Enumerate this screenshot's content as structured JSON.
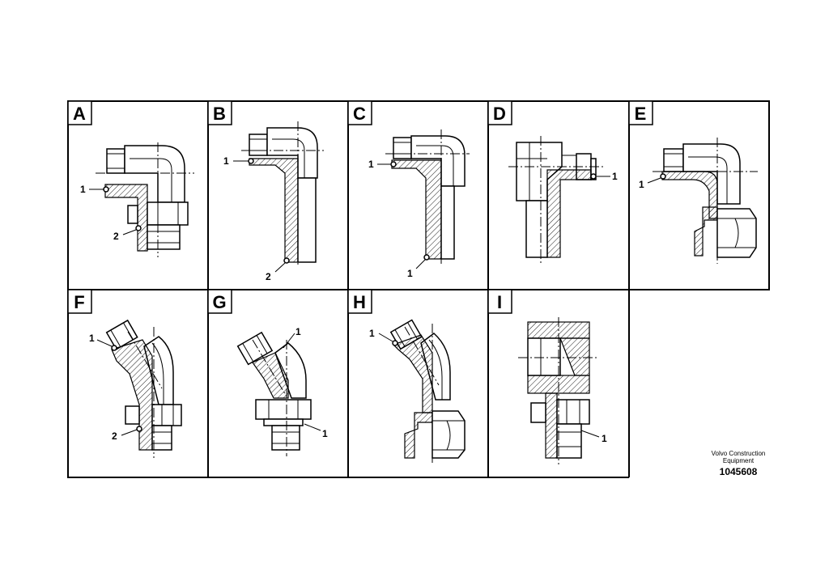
{
  "panels": [
    {
      "letter": "A",
      "callouts": [
        "1",
        "2"
      ]
    },
    {
      "letter": "B",
      "callouts": [
        "1",
        "2"
      ]
    },
    {
      "letter": "C",
      "callouts": [
        "1",
        "1"
      ]
    },
    {
      "letter": "D",
      "callouts": [
        "1"
      ]
    },
    {
      "letter": "E",
      "callouts": [
        "1"
      ]
    },
    {
      "letter": "F",
      "callouts": [
        "1",
        "2"
      ]
    },
    {
      "letter": "G",
      "callouts": [
        "1",
        "1"
      ]
    },
    {
      "letter": "H",
      "callouts": [
        "1"
      ]
    },
    {
      "letter": "I",
      "callouts": [
        "1"
      ]
    }
  ],
  "credit": {
    "brand_line1": "Volvo Construction",
    "brand_line2": "Equipment",
    "drawing_number": "1045608"
  }
}
